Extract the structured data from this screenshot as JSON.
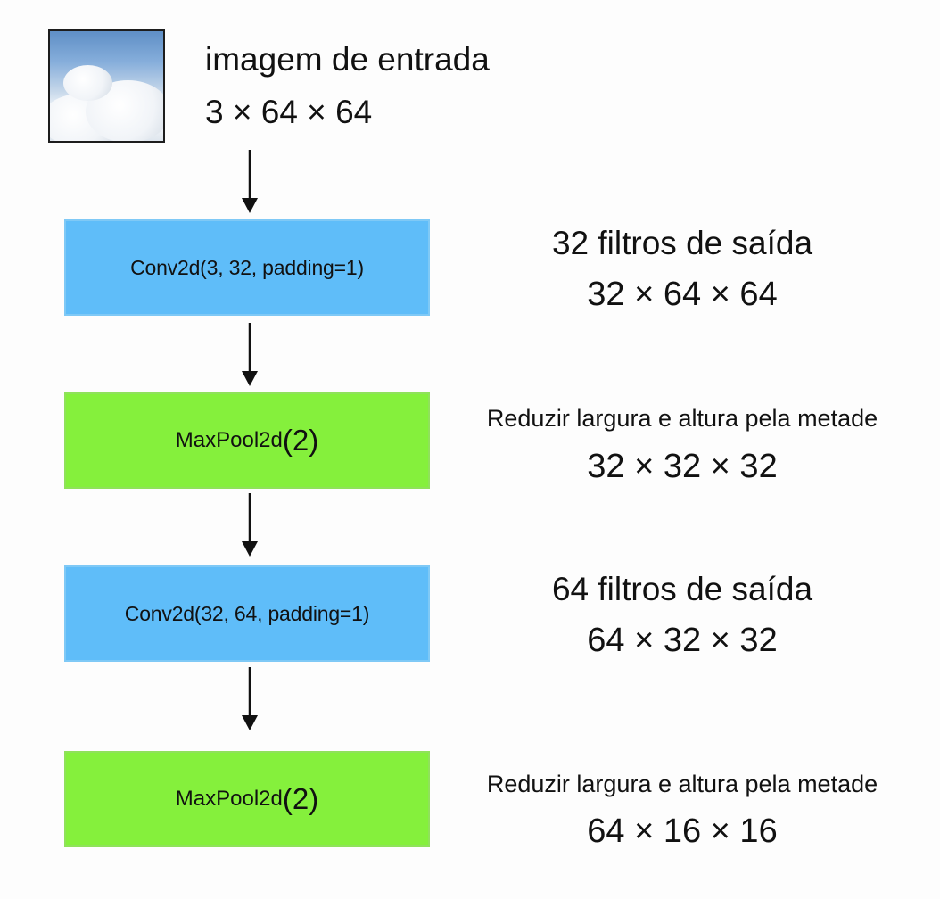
{
  "input": {
    "title": "imagem de entrada",
    "dims": "3 × 64 × 64"
  },
  "layers": [
    {
      "type": "conv",
      "label": "Conv2d(3, 32, padding=1)"
    },
    {
      "type": "pool",
      "label_main": "MaxPool2d",
      "label_arg": "(2)"
    },
    {
      "type": "conv",
      "label": "Conv2d(32, 64, padding=1)"
    },
    {
      "type": "pool",
      "label_main": "MaxPool2d",
      "label_arg": "(2)"
    }
  ],
  "annotations": [
    {
      "text": "32 filtros de saída",
      "dims": "32 × 64 × 64"
    },
    {
      "text": "Reduzir largura e altura pela metade",
      "dims": "32 × 32 × 32"
    },
    {
      "text": "64 filtros de saída",
      "dims": "64 × 32 × 32"
    },
    {
      "text": "Reduzir largura e altura pela metade",
      "dims": "64 × 16 × 16"
    }
  ],
  "colors": {
    "conv": "#5fbdf9",
    "pool": "#85f03c",
    "arrow": "#111111"
  }
}
